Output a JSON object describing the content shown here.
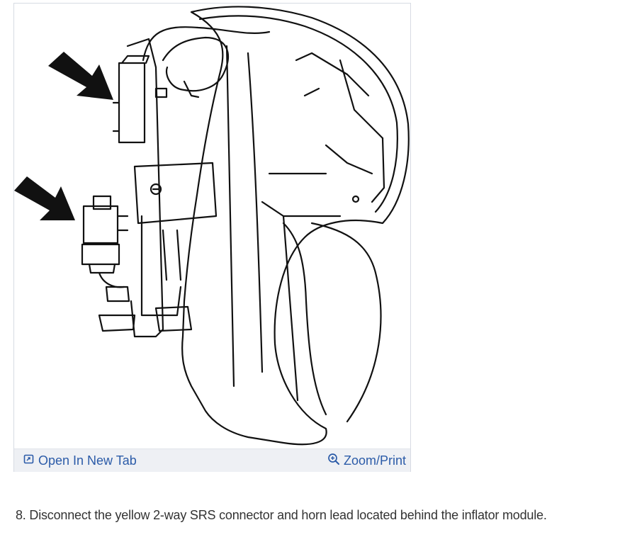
{
  "figure": {
    "diagram_icon": "steering-wheel-airbag-module-diagram",
    "toolbar": {
      "open_label": "Open In New Tab",
      "open_icon": "open-new-tab-icon",
      "zoom_label": "Zoom/Print",
      "zoom_icon": "zoom-in-icon"
    }
  },
  "instructions": {
    "step_text": "8. Disconnect the yellow 2-way SRS connector and horn lead located behind the inflator module."
  },
  "colors": {
    "link": "#2b5ba8",
    "toolbar_bg": "#eef0f4",
    "border": "#d7dbe3",
    "text": "#333333"
  }
}
